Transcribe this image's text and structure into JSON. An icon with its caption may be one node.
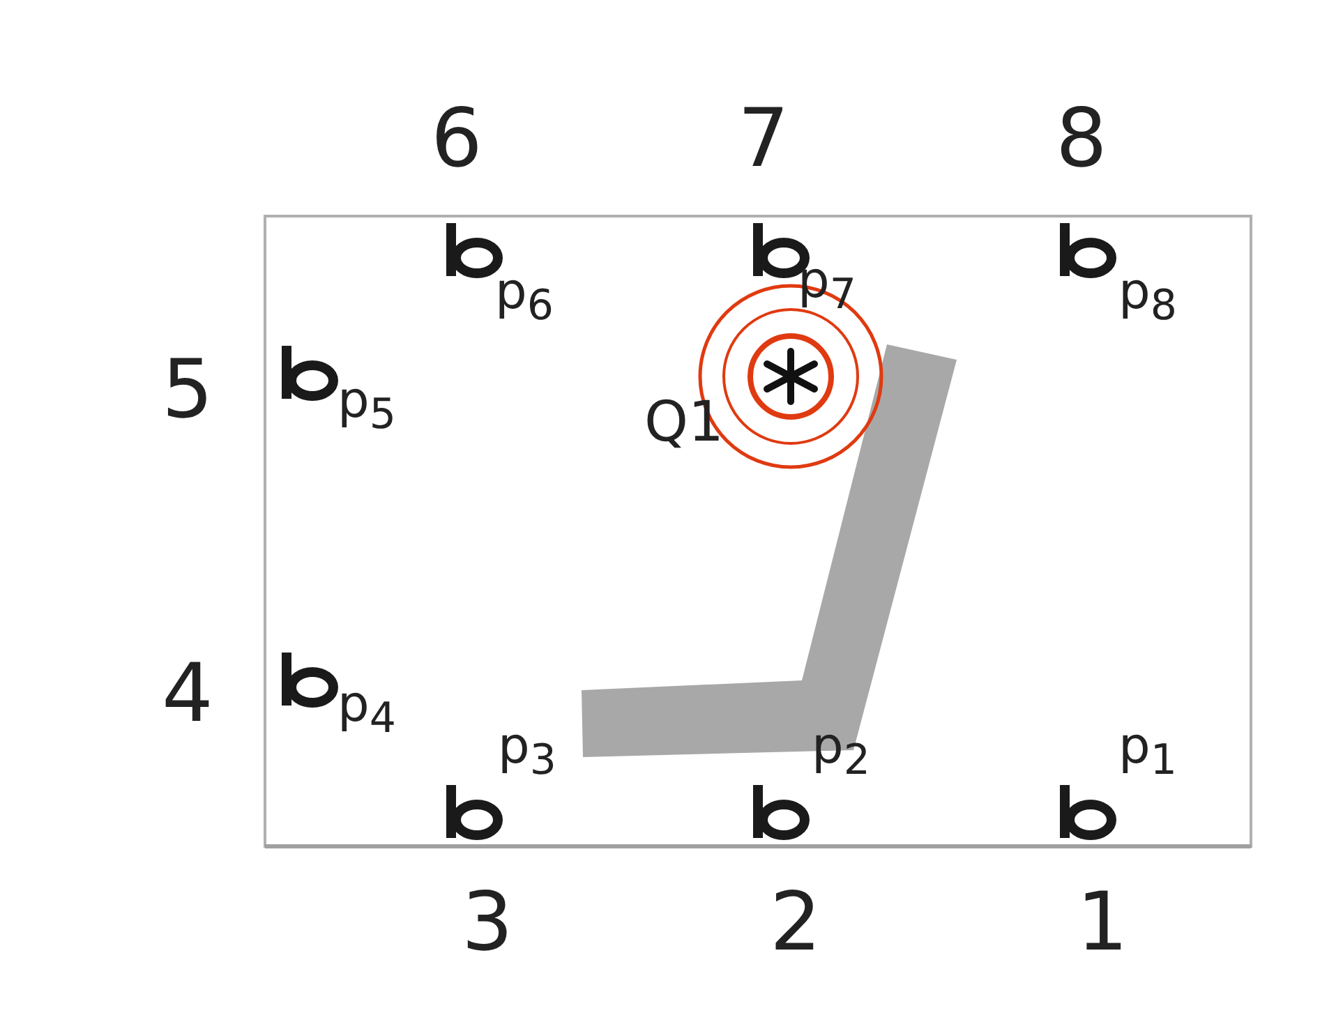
{
  "diagram": {
    "labels": [
      "6",
      "7",
      "8",
      "p$_{6}$",
      "p$_{7}$",
      "p$_{8}$",
      "5",
      "p$_{5}$",
      "Q1",
      "4",
      "p$_{4}$",
      "p$_{3}$",
      "p$_{2}$",
      "p$_{1}$",
      "3",
      "2",
      "1"
    ]
  }
}
